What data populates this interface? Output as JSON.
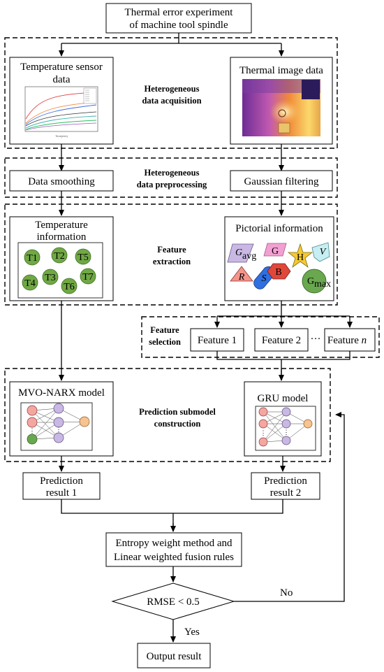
{
  "top": {
    "line1": "Thermal error experiment",
    "line2": "of machine tool spindle"
  },
  "stage1": {
    "left_line1": "Temperature sensor",
    "left_line2": "data",
    "label_line1": "Heterogeneous",
    "label_line2": "data acquisition",
    "right_title": "Thermal image data"
  },
  "stage2": {
    "left": "Data smoothing",
    "label_line1": "Heterogeneous",
    "label_line2": "data preprocessing",
    "right": "Gaussian filtering"
  },
  "stage3": {
    "left_line1": "Temperature",
    "left_line2": "information",
    "sensors": [
      "T1",
      "T2",
      "T5",
      "T4",
      "T3",
      "T7",
      "T6"
    ],
    "label_line1": "Feature",
    "label_line2": "extraction",
    "right_title": "Pictorial information",
    "shapes": {
      "g_avg": "G",
      "g_avg_sub": "avg",
      "g": "G",
      "h": "H",
      "v": "V",
      "r": "R",
      "s": "S",
      "b": "B",
      "g_max": "G",
      "g_max_sub": "max"
    }
  },
  "selection": {
    "label_line1": "Feature",
    "label_line2": "selection",
    "f1": "Feature 1",
    "f2": "Feature 2",
    "ellipsis": "···",
    "fn_prefix": "Feature ",
    "fn_italic": "n"
  },
  "stage4": {
    "left_title": "MVO-NARX model",
    "label_line1": "Prediction submodel",
    "label_line2": "construction",
    "right_title": "GRU model"
  },
  "results": {
    "r1_line1": "Prediction",
    "r1_line2": "result 1",
    "r2_line1": "Prediction",
    "r2_line2": "result 2"
  },
  "fusion": {
    "line1": "Entropy weight method and",
    "line2": "Linear weighted fusion rules"
  },
  "decision": {
    "text": "RMSE < 0.5",
    "no": "No",
    "yes": "Yes"
  },
  "output": "Output result",
  "colors": {
    "sensor_green": "#70a844",
    "node_red": "#f4a6a0",
    "node_purple": "#c9b8e4",
    "node_orange": "#f7c38f",
    "node_green": "#6aa84f",
    "thermal_purple": "#7a3fa0",
    "thermal_orange": "#f28a2e"
  }
}
